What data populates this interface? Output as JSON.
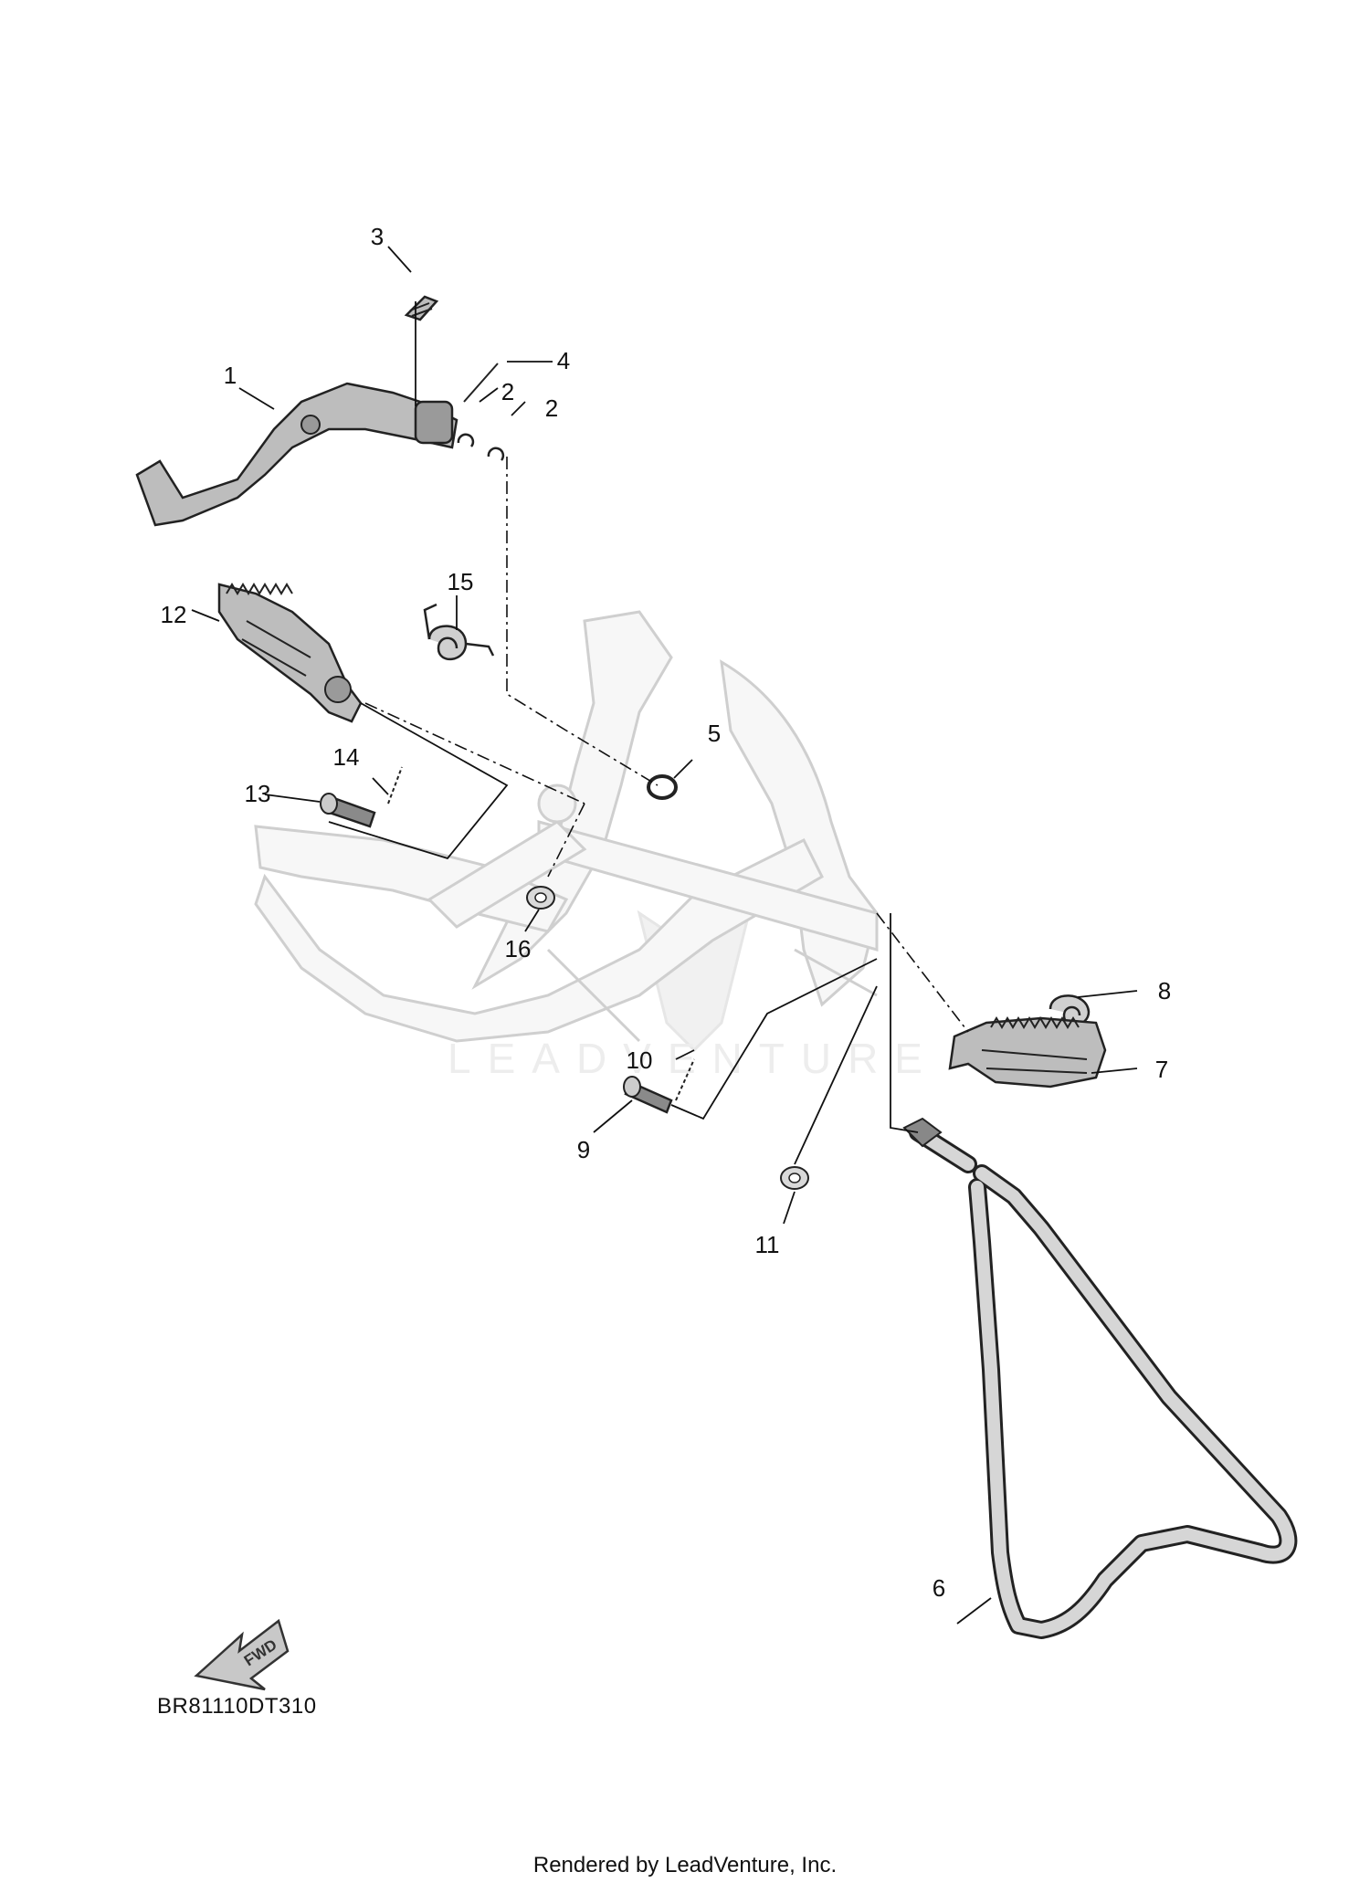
{
  "diagram": {
    "callouts": [
      {
        "id": "c1",
        "label": "1"
      },
      {
        "id": "c2a",
        "label": "2"
      },
      {
        "id": "c2b",
        "label": "2"
      },
      {
        "id": "c3",
        "label": "3"
      },
      {
        "id": "c4",
        "label": "4"
      },
      {
        "id": "c5",
        "label": "5"
      },
      {
        "id": "c6",
        "label": "6"
      },
      {
        "id": "c7",
        "label": "7"
      },
      {
        "id": "c8",
        "label": "8"
      },
      {
        "id": "c9",
        "label": "9"
      },
      {
        "id": "c10",
        "label": "10"
      },
      {
        "id": "c11",
        "label": "11"
      },
      {
        "id": "c12",
        "label": "12"
      },
      {
        "id": "c13",
        "label": "13"
      },
      {
        "id": "c14",
        "label": "14"
      },
      {
        "id": "c15",
        "label": "15"
      },
      {
        "id": "c16",
        "label": "16"
      }
    ],
    "direction_label": "FWD",
    "diagram_code": "BR81110DT310",
    "watermark": "LEADVENTURE"
  },
  "footer": {
    "text": "Rendered by LeadVenture, Inc."
  }
}
